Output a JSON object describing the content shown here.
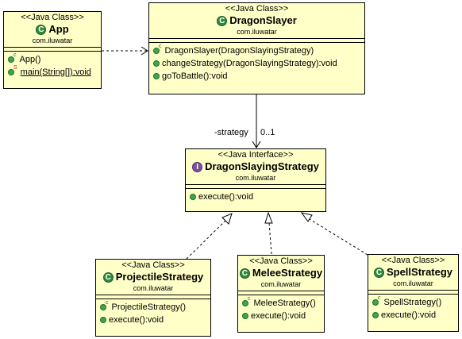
{
  "classes": {
    "app": {
      "stereotype": "<<Java Class>>",
      "name": "App",
      "package": "com.iluwatar",
      "icon": "class-icon",
      "operations": [
        {
          "label": "App()",
          "modifier": "c",
          "underline": false
        },
        {
          "label": "main(String[]):void",
          "modifier": "S",
          "underline": true
        }
      ]
    },
    "dragon_slayer": {
      "stereotype": "<<Java Class>>",
      "name": "DragonSlayer",
      "package": "com.iluwatar",
      "icon": "class-icon",
      "operations": [
        {
          "label": "DragonSlayer(DragonSlayingStrategy)",
          "modifier": "c"
        },
        {
          "label": "changeStrategy(DragonSlayingStrategy):void",
          "modifier": ""
        },
        {
          "label": "goToBattle():void",
          "modifier": ""
        }
      ]
    },
    "strategy": {
      "stereotype": "<<Java Interface>>",
      "name": "DragonSlayingStrategy",
      "package": "com.iluwatar",
      "icon": "interface-icon",
      "operations": [
        {
          "label": "execute():void",
          "modifier": ""
        }
      ]
    },
    "projectile": {
      "stereotype": "<<Java Class>>",
      "name": "ProjectileStrategy",
      "package": "com.iluwatar",
      "icon": "class-icon",
      "operations": [
        {
          "label": "ProjectileStrategy()",
          "modifier": "c"
        },
        {
          "label": "execute():void",
          "modifier": ""
        }
      ]
    },
    "melee": {
      "stereotype": "<<Java Class>>",
      "name": "MeleeStrategy",
      "package": "com.iluwatar",
      "icon": "class-icon",
      "operations": [
        {
          "label": "MeleeStrategy()",
          "modifier": "c"
        },
        {
          "label": "execute():void",
          "modifier": ""
        }
      ]
    },
    "spell": {
      "stereotype": "<<Java Class>>",
      "name": "SpellStrategy",
      "package": "com.iluwatar",
      "icon": "class-icon",
      "operations": [
        {
          "label": "SpellStrategy()",
          "modifier": "c"
        },
        {
          "label": "execute():void",
          "modifier": ""
        }
      ]
    }
  },
  "association": {
    "role": "-strategy",
    "multiplicity": "0..1"
  },
  "colors": {
    "box_fill": "#ffffc8",
    "class_icon": "#2f8a3a",
    "interface_icon": "#7a4fa0"
  }
}
